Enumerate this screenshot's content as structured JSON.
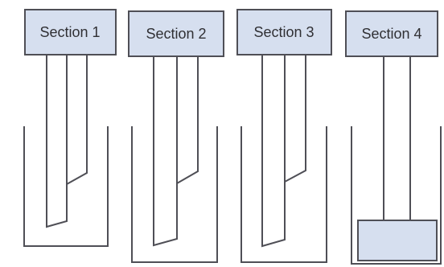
{
  "sections": [
    {
      "label": "Section 1"
    },
    {
      "label": "Section 2"
    },
    {
      "label": "Section 3"
    },
    {
      "label": "Section 4"
    }
  ],
  "colors": {
    "box_fill": "#d6dfef",
    "line": "#4f4f56",
    "text": "#303034"
  }
}
